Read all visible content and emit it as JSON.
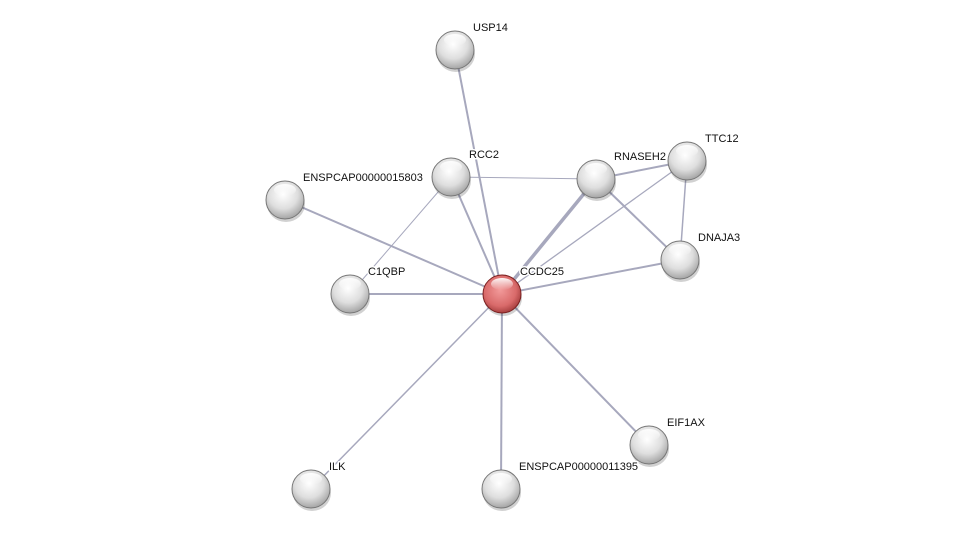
{
  "network": {
    "query_node": "CCDC25",
    "nodes": [
      {
        "id": "USP14"
      },
      {
        "id": "RCC2"
      },
      {
        "id": "ENSPCAP00000015803"
      },
      {
        "id": "RNASEH2"
      },
      {
        "id": "TTC12"
      },
      {
        "id": "DNAJA3"
      },
      {
        "id": "C1QBP"
      },
      {
        "id": "CCDC25"
      },
      {
        "id": "EIF1AX"
      },
      {
        "id": "ILK"
      },
      {
        "id": "ENSPCAP00000011395"
      }
    ],
    "edges": [
      {
        "a": "CCDC25",
        "b": "USP14",
        "weight": 2
      },
      {
        "a": "CCDC25",
        "b": "RCC2",
        "weight": 2
      },
      {
        "a": "CCDC25",
        "b": "ENSPCAP00000015803",
        "weight": 2
      },
      {
        "a": "CCDC25",
        "b": "RNASEH2",
        "weight": 3.5
      },
      {
        "a": "CCDC25",
        "b": "TTC12",
        "weight": 1.3
      },
      {
        "a": "CCDC25",
        "b": "DNAJA3",
        "weight": 2
      },
      {
        "a": "CCDC25",
        "b": "C1QBP",
        "weight": 2
      },
      {
        "a": "CCDC25",
        "b": "EIF1AX",
        "weight": 2
      },
      {
        "a": "CCDC25",
        "b": "ILK",
        "weight": 1.5
      },
      {
        "a": "CCDC25",
        "b": "ENSPCAP00000011395",
        "weight": 2
      },
      {
        "a": "RCC2",
        "b": "RNASEH2",
        "weight": 1
      },
      {
        "a": "RCC2",
        "b": "C1QBP",
        "weight": 1
      },
      {
        "a": "RNASEH2",
        "b": "TTC12",
        "weight": 2
      },
      {
        "a": "RNASEH2",
        "b": "DNAJA3",
        "weight": 2
      },
      {
        "a": "TTC12",
        "b": "DNAJA3",
        "weight": 1.5
      }
    ],
    "colors": {
      "edge": "#a7a8bd",
      "node": "#e6e6e6",
      "query_node": "#e06060"
    }
  }
}
